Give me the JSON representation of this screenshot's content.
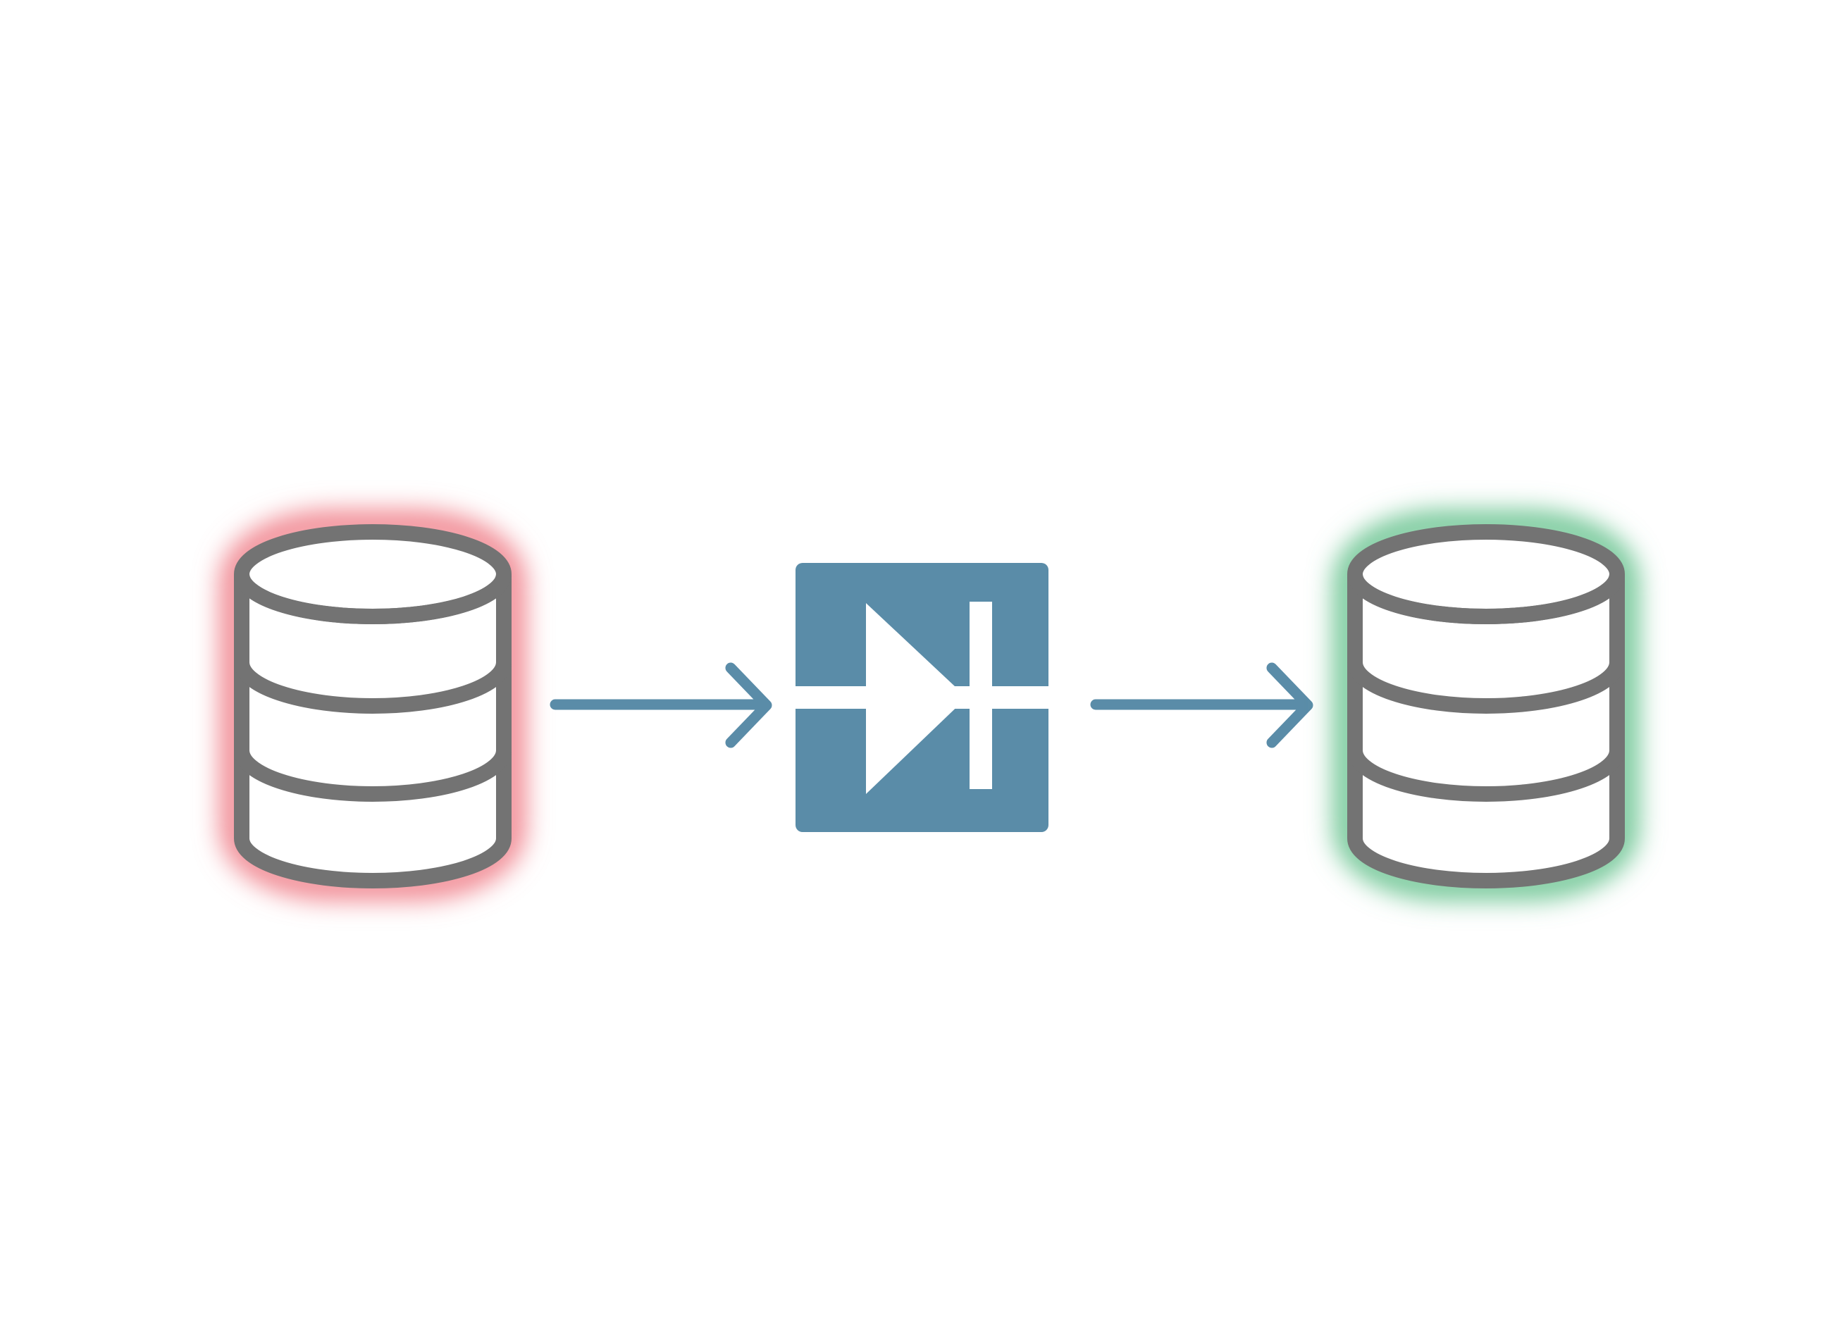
{
  "diagram": {
    "nodes": [
      {
        "id": "source-database",
        "icon": "database-icon",
        "glow_color": "#f0828c"
      },
      {
        "id": "migration-process",
        "icon": "skip-forward-icon",
        "fill_color": "#5a8ca8"
      },
      {
        "id": "target-database",
        "icon": "database-icon",
        "glow_color": "#6cc492"
      }
    ],
    "edges": [
      {
        "from": "source-database",
        "to": "migration-process",
        "icon": "arrow-right-icon"
      },
      {
        "from": "migration-process",
        "to": "target-database",
        "icon": "arrow-right-icon"
      }
    ],
    "colors": {
      "database_stroke": "#737373",
      "accent": "#5a8ca8",
      "background": "#ffffff"
    }
  }
}
